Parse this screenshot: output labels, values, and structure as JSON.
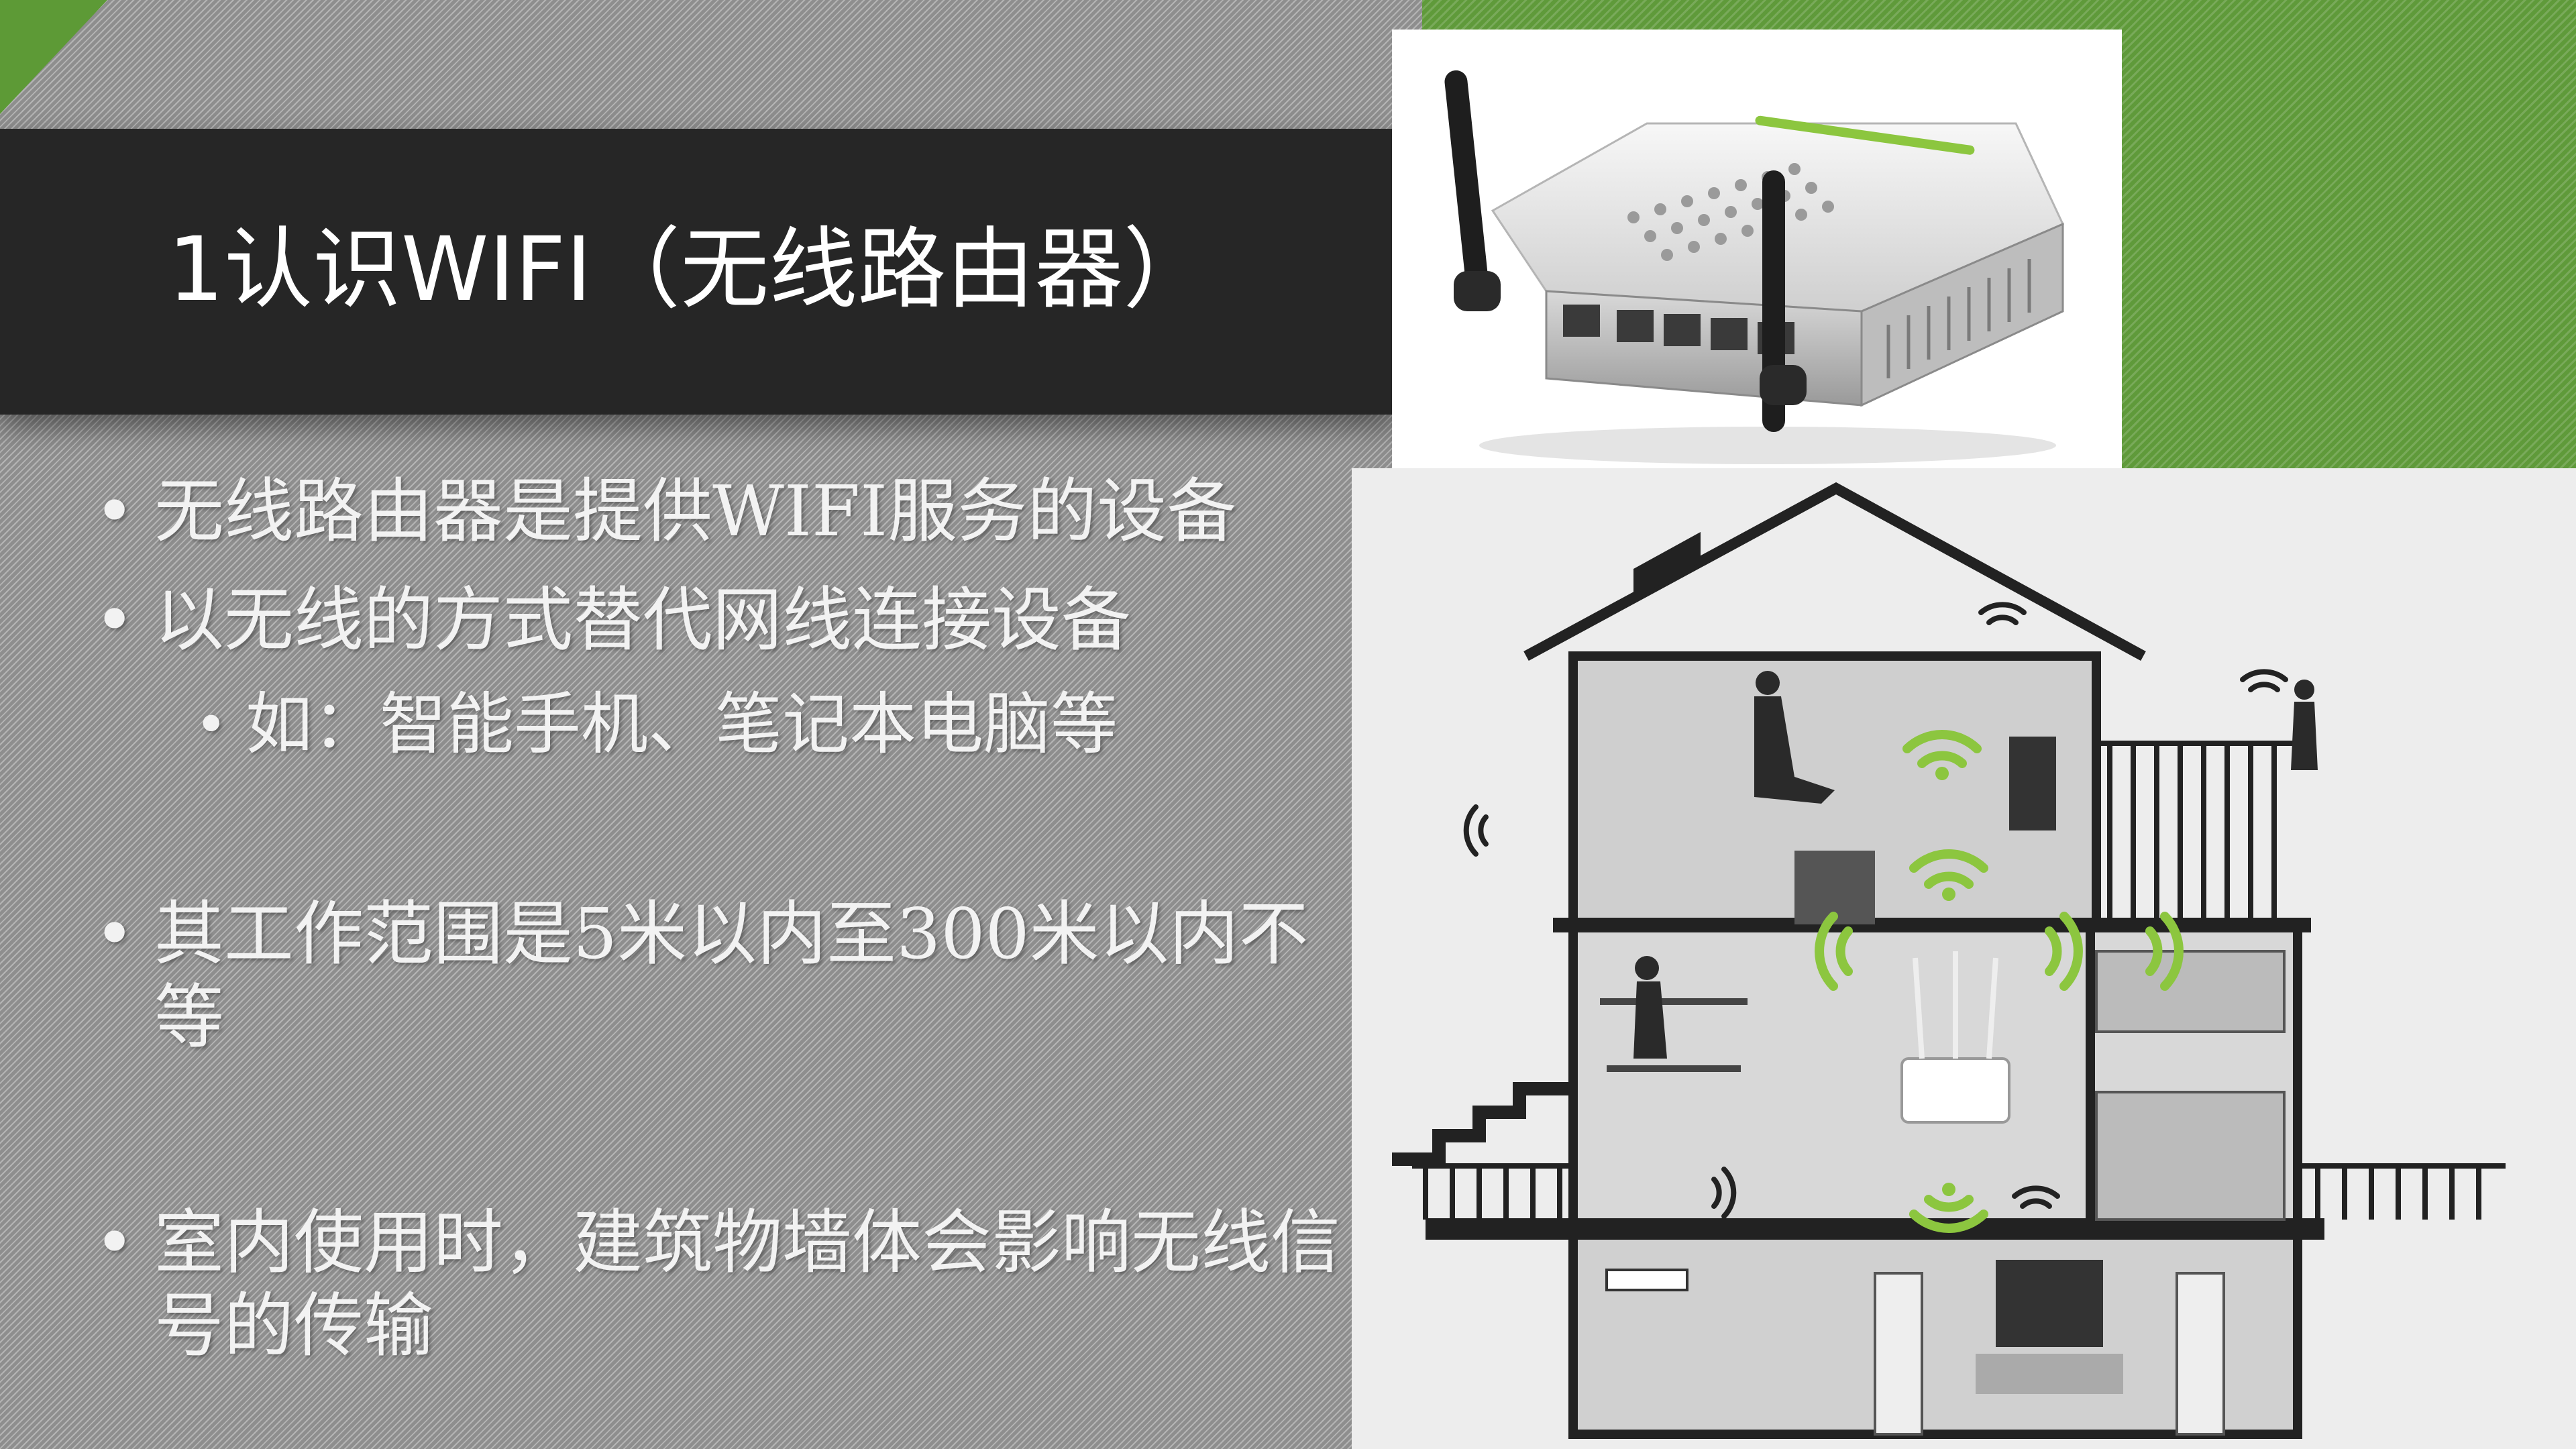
{
  "slide": {
    "title": "1认识WIFI（无线路由器）",
    "bullet_glyph": "•",
    "bullets": [
      {
        "text": "无线路由器是提供WIFI服务的设备"
      },
      {
        "text": "以无线的方式替代网线连接设备"
      },
      {
        "text": "如：智能手机、笔记本电脑等"
      },
      {
        "text": "其工作范围是5米以内至300米以内不等"
      },
      {
        "text": "室内使用时，建筑物墙体会影响无线信号的传输"
      }
    ]
  },
  "colors": {
    "title_bar": "#262626",
    "green_accent": "#5f9a3a",
    "wifi_signal": "#8cc63f",
    "text": "#f2f2f2"
  },
  "images": {
    "router_photo": "wireless-router-with-antennas",
    "house_illustration": "house-cross-section-wifi-coverage",
    "icons": [
      "wifi-signal-icon",
      "router-icon"
    ]
  }
}
